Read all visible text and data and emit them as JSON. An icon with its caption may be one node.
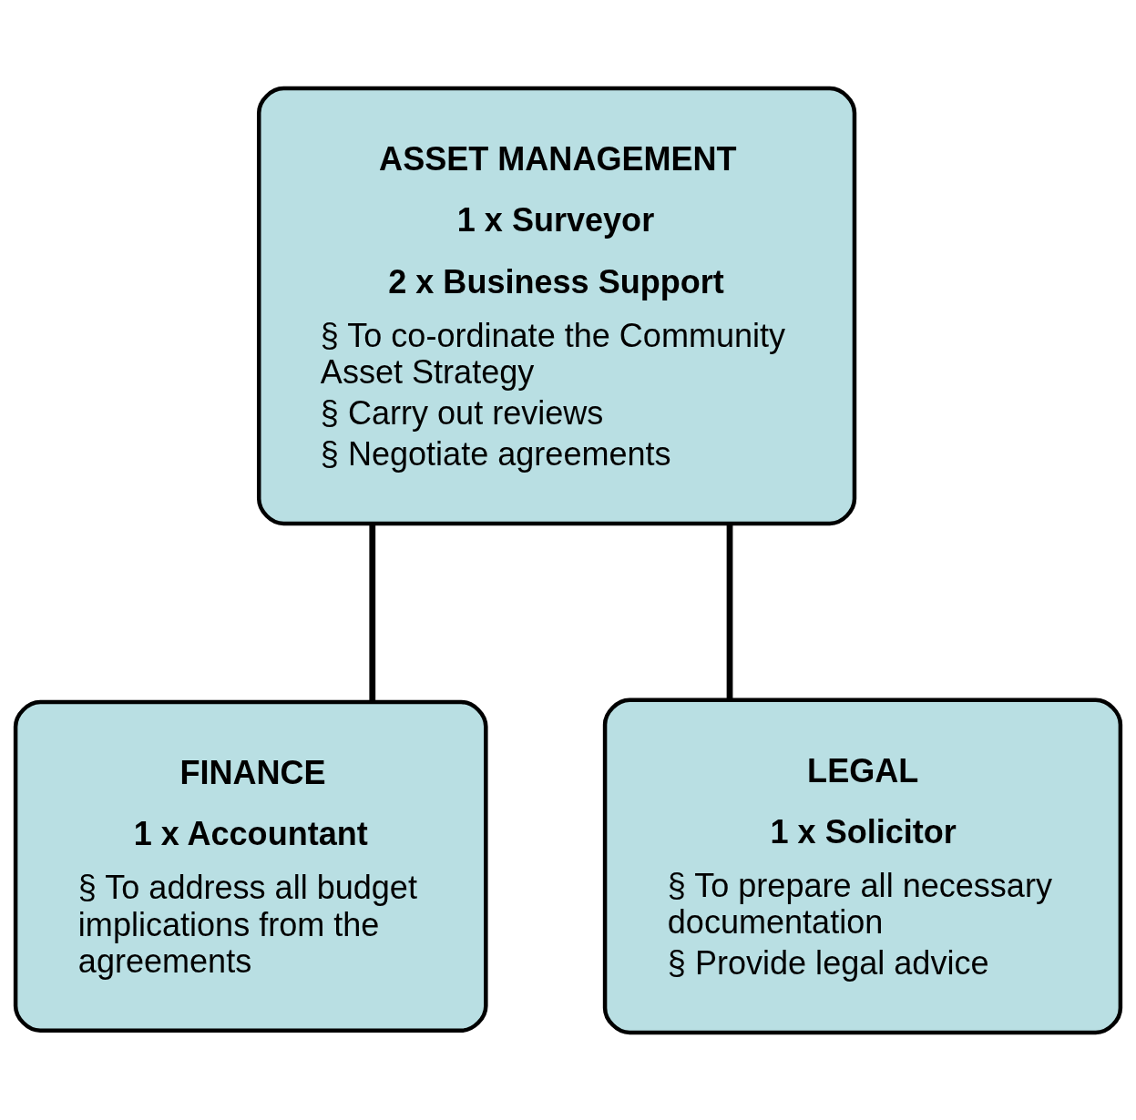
{
  "diagram": {
    "nodes": [
      {
        "text": [
          "ASSET MANAGEMENT",
          "1 x Surveyor",
          "2 x Business Support",
          "§ To co-ordinate the Community Asset Strategy",
          "§ Carry out reviews",
          "§ Negotiate agreements"
        ]
      },
      {
        "text": [
          "FINANCE",
          "1 x Accountant",
          "§ To address all budget implications from the agreements"
        ]
      },
      {
        "text": [
          "LEGAL",
          "1 x Solicitor",
          "§ To prepare all necessary documentation",
          "§ Provide legal advice"
        ]
      }
    ],
    "edges": [
      {
        "from": 0,
        "to": 1,
        "arrow": "none"
      },
      {
        "from": 0,
        "to": 2,
        "arrow": "none"
      }
    ]
  }
}
